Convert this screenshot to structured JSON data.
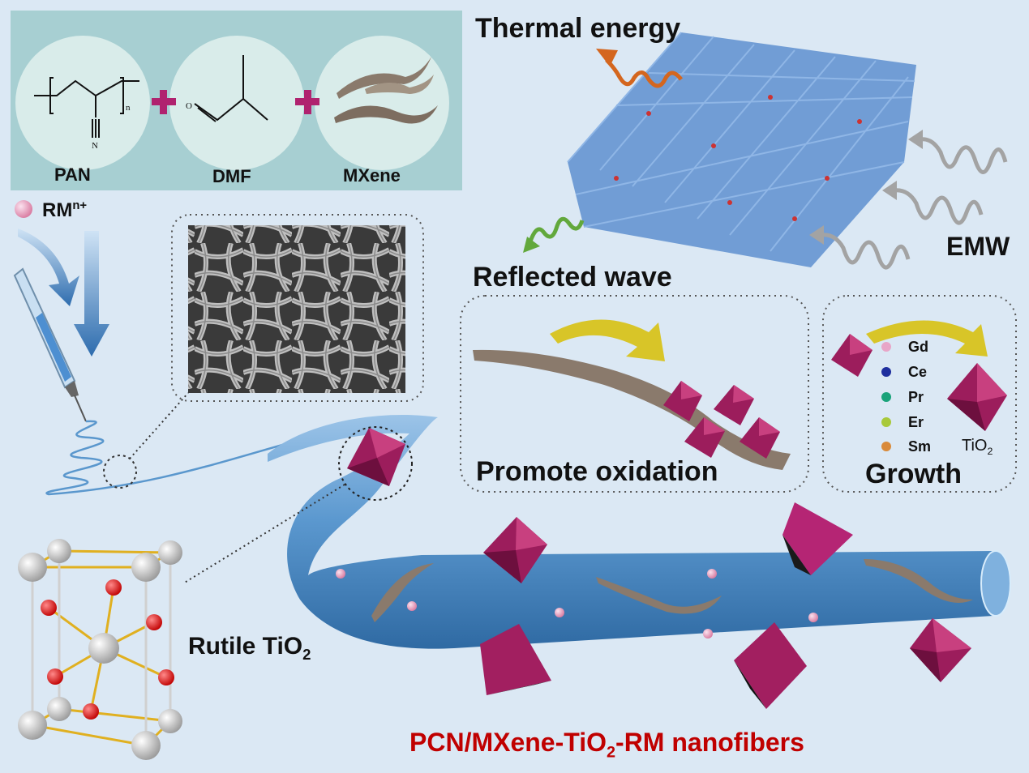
{
  "precursors": [
    {
      "name": "PAN",
      "subscript": "n",
      "atom": "N"
    },
    {
      "name": "DMF",
      "atom": "O"
    },
    {
      "name": "MXene"
    }
  ],
  "plus_sign": "+",
  "rm_ion": {
    "label": "RM",
    "charge": "n+"
  },
  "thermal_energy": "Thermal energy",
  "emw": "EMW",
  "reflected_wave": "Reflected wave",
  "promote_oxidation": "Promote oxidation",
  "growth": "Growth",
  "rare_earths": [
    {
      "symbol": "Gd",
      "color": "#e8a6c8"
    },
    {
      "symbol": "Ce",
      "color": "#1f2f9e"
    },
    {
      "symbol": "Pr",
      "color": "#1aa37a"
    },
    {
      "symbol": "Er",
      "color": "#a8c93a"
    },
    {
      "symbol": "Sm",
      "color": "#d98a3a"
    }
  ],
  "tio2_small": {
    "base": "TiO",
    "sub": "2"
  },
  "rutile": {
    "base": "Rutile TiO",
    "sub": "2"
  },
  "product": {
    "pre": "PCN/MXene-TiO",
    "sub": "2",
    "post": "-RM nanofibers"
  },
  "colors": {
    "background": "#dbe8f4",
    "panel": "#a7cfd2",
    "circle": "#d9ecea",
    "plus": "#b0226f",
    "octahedron": "#9c1d5c",
    "fiber": "#4f8fc6",
    "mxene_sheet": "#8a7a6c",
    "arrow_yellow": "#d8c528",
    "thermal_wave": "#d4661e",
    "reflected_wave": "#62a83c",
    "emw_wave": "#a3a3a3",
    "product_text": "#c00000",
    "ti_atom": "#cfcfcf",
    "o_atom": "#e00000",
    "bond": "#e0b020"
  }
}
